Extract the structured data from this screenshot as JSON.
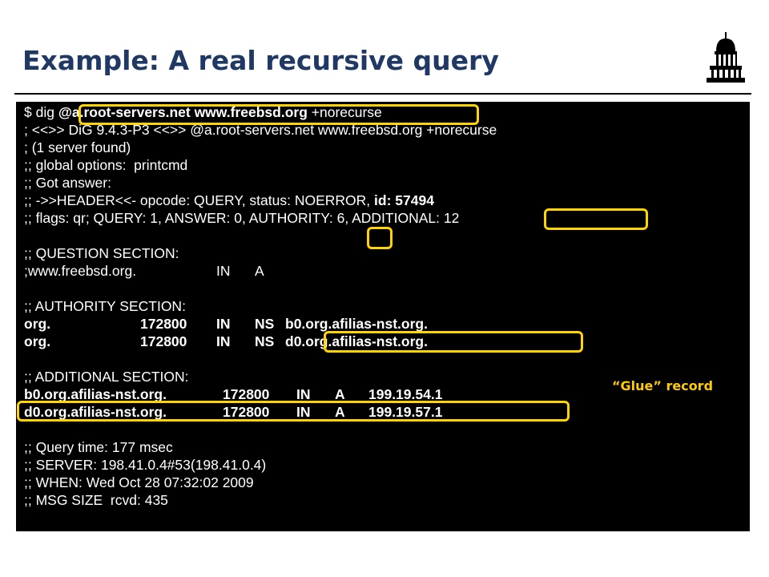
{
  "title": "Example: A real recursive query",
  "lines": {
    "l1": {
      "a": "$ dig ",
      "b": "@a.root-servers.net www.freebsd.org",
      "c": " +norecurse"
    },
    "l2": "; <<>> DiG 9.4.3-P3 <<>> @a.root-servers.net www.freebsd.org +norecurse",
    "l3": "; (1 server found)",
    "l4": ";; global options:  printcmd",
    "l5": ";; Got answer:",
    "l6": {
      "a": ";; ->>HEADER<<- opcode: QUERY, status: NOERROR, ",
      "b": "id: 57494"
    },
    "l7": ";; flags: qr; QUERY: 1, ANSWER: 0, AUTHORITY: 6, ADDITIONAL: 12",
    "l8": ";; QUESTION SECTION:",
    "l9": [
      ";www.freebsd.org.",
      "IN",
      "A"
    ],
    "l10": ";; AUTHORITY SECTION:",
    "l11": [
      "org.",
      "172800",
      "IN",
      "NS",
      "b0.org.afilias-nst.org."
    ],
    "l12": [
      "org.",
      "172800",
      "IN",
      "NS",
      "d0.org.afilias-nst.org."
    ],
    "l13": ";; ADDITIONAL SECTION:",
    "l14": [
      "b0.org.afilias-nst.org.",
      "172800",
      "IN",
      "A",
      "199.19.54.1"
    ],
    "l15": [
      "d0.org.afilias-nst.org.",
      "172800",
      "IN",
      "A",
      "199.19.57.1"
    ],
    "l16": ";; Query time: 177 msec",
    "l17": ";; SERVER: 198.41.0.4#53(198.41.0.4)",
    "l18": ";; WHEN: Wed Oct 28 07:32:02 2009",
    "l19": ";; MSG SIZE  rcvd: 435"
  },
  "annotation": "“Glue” record",
  "colors": {
    "title": "#1f3864",
    "highlight": "#ffd400",
    "terminal_bg": "#000000",
    "terminal_fg": "#ffffff"
  },
  "logo_icon": "capitol-building-icon"
}
